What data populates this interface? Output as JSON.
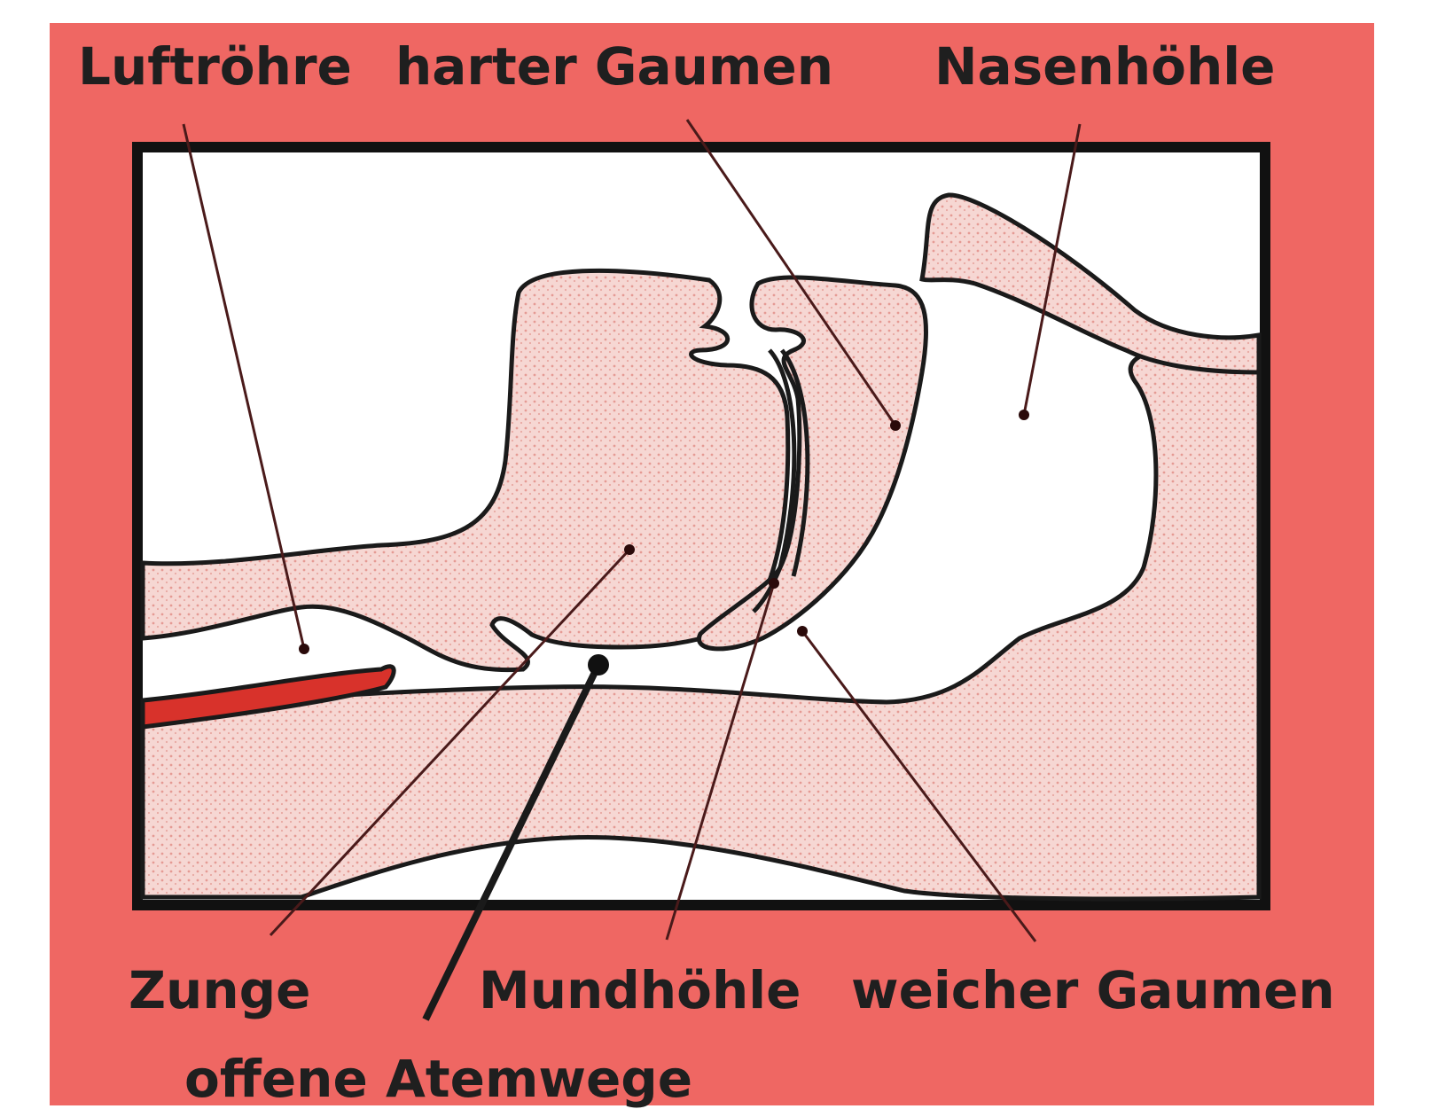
{
  "colors": {
    "background": "#ef6763",
    "frame_fill": "#ffffff",
    "tissue_fill": "#f3c9c4",
    "outline": "#1a1a1a",
    "tube": "#d8322b",
    "leader": "#4a1a1a"
  },
  "labels": {
    "trachea": "Luftröhre",
    "hard_palate": "harter Gaumen",
    "nasal_cavity": "Nasenhöhle",
    "tongue": "Zunge",
    "oral_cavity": "Mundhöhle",
    "soft_palate": "weicher Gaumen",
    "open_airway": "offene Atemwege"
  }
}
